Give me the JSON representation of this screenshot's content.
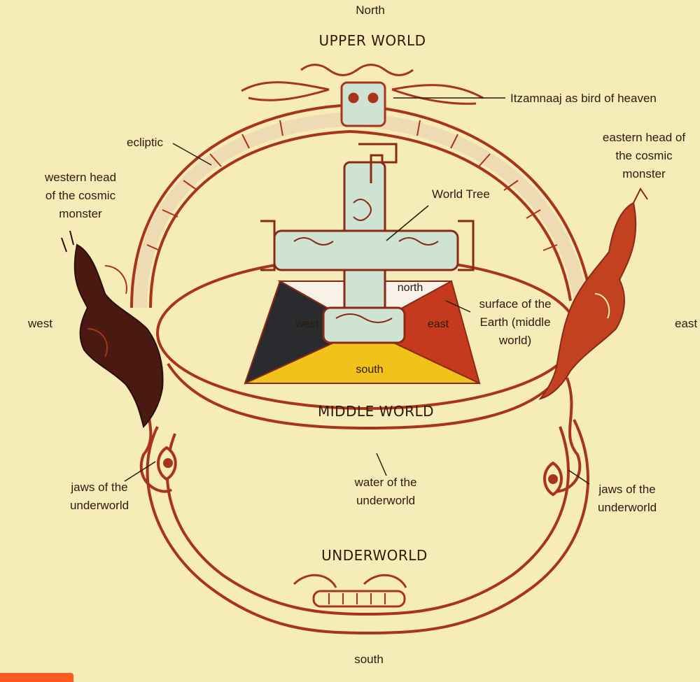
{
  "labels": {
    "north": "North",
    "south": "south",
    "west": "west",
    "east": "east",
    "upper_world": "UPPER WORLD",
    "middle_world": "MIDDLE WORLD",
    "underworld": "UNDERWORLD",
    "itzamnaaj": "Itzamnaaj as bird of heaven",
    "ecliptic": "ecliptic",
    "western_head_1": "western head",
    "western_head_2": "of the cosmic",
    "western_head_3": "monster",
    "eastern_head_1": "eastern head of",
    "eastern_head_2": "the cosmic",
    "eastern_head_3": "monster",
    "world_tree": "World  Tree",
    "surface_1": "surface of the",
    "surface_2": "Earth (middle",
    "surface_3": "world)",
    "quad_north": "north",
    "quad_south": "south",
    "quad_west": "west",
    "quad_east": "east",
    "jaws_left_1": "jaws of the",
    "jaws_left_2": "underworld",
    "jaws_right_1": "jaws of the",
    "jaws_right_2": "underworld",
    "water_1": "water of the",
    "water_2": "underworld"
  },
  "colors": {
    "background": "#f6ecb8",
    "frame_red": "#a8341c",
    "tree_green": "#cfe3d3",
    "quad_north": "#f7f1e8",
    "quad_west": "#2a2b2f",
    "quad_east": "#c53a1c",
    "quad_south": "#f0c21a",
    "western_monster": "#4a1a12",
    "eastern_monster": "#c2421f"
  }
}
